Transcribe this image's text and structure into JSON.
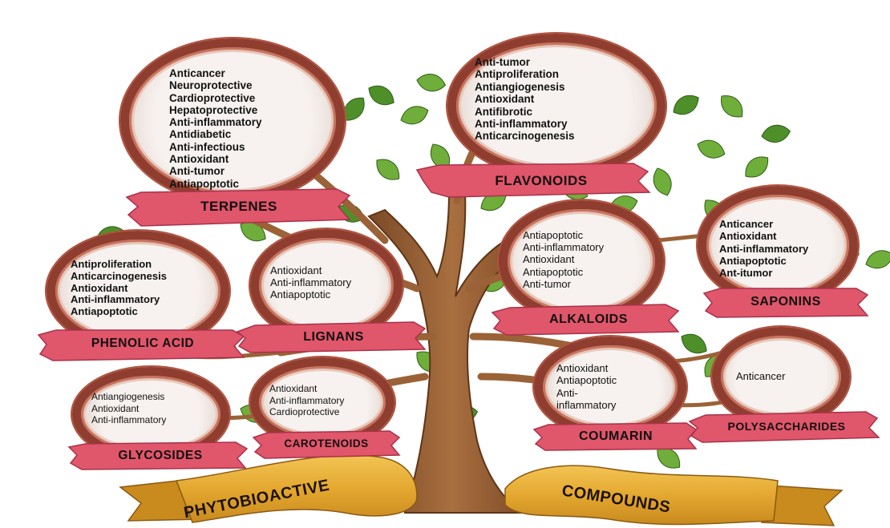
{
  "ribbon": {
    "left": "PHYTOBIOACTIVE",
    "right": "COMPOUNDS"
  },
  "groups": {
    "terpenes": {
      "name": "TERPENES",
      "effects": [
        "Anticancer",
        "Neuroprotective",
        "Cardioprotective",
        "Hepatoprotective",
        "Anti-inflammatory",
        "Antidiabetic",
        "Anti-infectious",
        "Antioxidant",
        "Anti-tumor",
        "Antiapoptotic"
      ]
    },
    "flavonoids": {
      "name": "FLAVONOIDS",
      "effects": [
        "Anti-tumor",
        "Antiproliferation",
        "Antiangiogenesis",
        "Antioxidant",
        "Antifibrotic",
        "Anti-inflammatory",
        "Anticarcinogenesis"
      ]
    },
    "phenolic_acid": {
      "name": "PHENOLIC ACID",
      "effects": [
        "Antiproliferation",
        "Anticarcinogenesis",
        "Antioxidant",
        "Anti-inflammatory",
        "Antiapoptotic"
      ]
    },
    "lignans": {
      "name": "LIGNANS",
      "effects": [
        "Antioxidant",
        "Anti-inflammatory",
        "Antiapoptotic"
      ]
    },
    "alkaloids": {
      "name": "ALKALOIDS",
      "effects": [
        "Antiapoptotic",
        "Anti-inflammatory",
        "Antioxidant",
        "Antiapoptotic",
        "Anti-tumor"
      ]
    },
    "saponins": {
      "name": "SAPONINS",
      "effects": [
        "Anticancer",
        "Antioxidant",
        "Anti-inflammatory",
        "Antiapoptotic",
        "Ant-itumor"
      ]
    },
    "glycosides": {
      "name": "GLYCOSIDES",
      "effects": [
        "Antiangiogenesis",
        "Antioxidant",
        "Anti-inflammatory"
      ]
    },
    "carotenoids": {
      "name": "CAROTENOIDS",
      "effects": [
        "Antioxidant",
        "Anti-inflammatory",
        "Cardioprotective"
      ]
    },
    "coumarin": {
      "name": "COUMARIN",
      "effects": [
        "Antioxidant",
        "Antiapoptotic",
        "Anti-",
        "inflammatory"
      ]
    },
    "polysaccharides": {
      "name": "POLYSACCHARIDES",
      "effects": [
        "Anticancer"
      ]
    }
  },
  "colors": {
    "ring": "#8f3d2f",
    "banner": "#e0566a",
    "leaf": "#6fae3a",
    "trunk": "#9a6236",
    "ribbon": "#e0a93a"
  },
  "icons": {
    "tree": "tree-illustration",
    "leaves": "leaf-icon"
  }
}
